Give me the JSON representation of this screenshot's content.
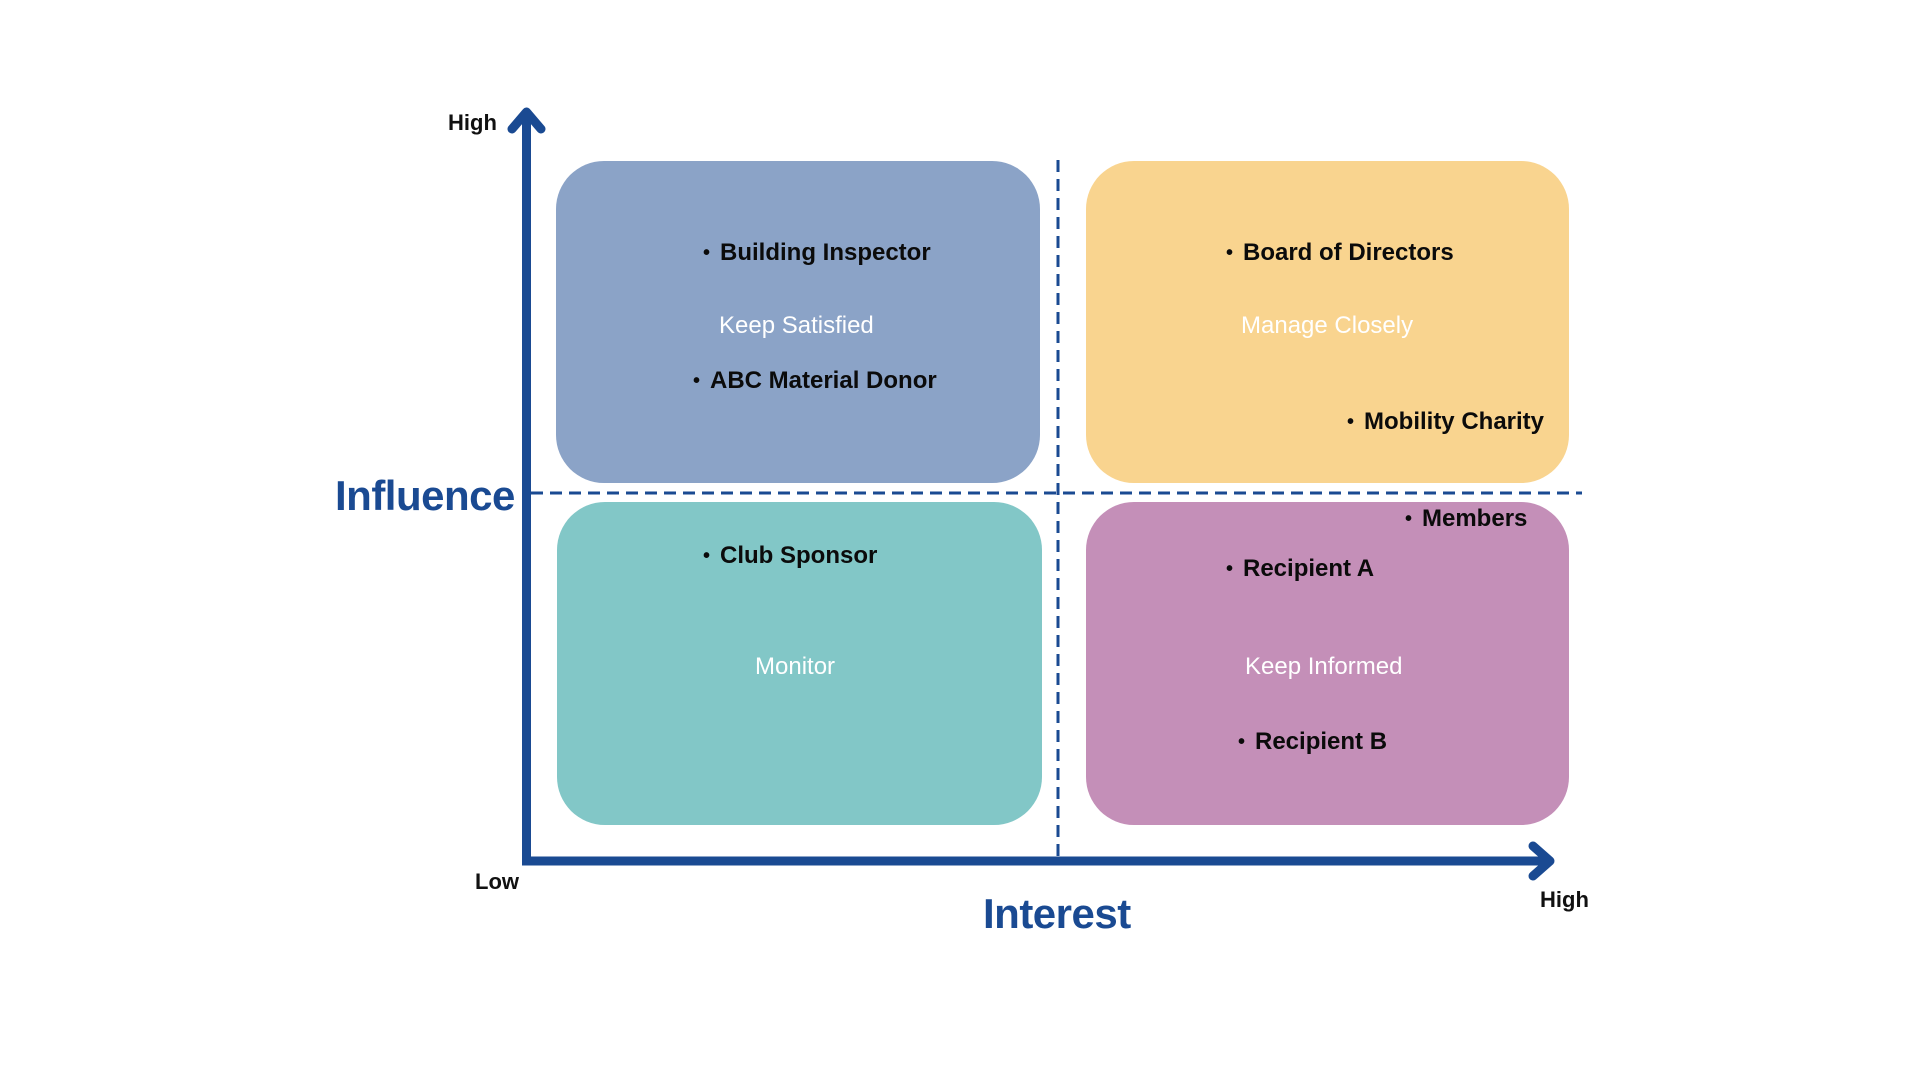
{
  "title": "Stakeholder Influence / Interest Matrix",
  "axes": {
    "y": {
      "title": "Influence",
      "high_label": "High"
    },
    "x": {
      "title": "Interest",
      "low_label": "Low",
      "high_label": "High"
    }
  },
  "colors": {
    "axis": "#1a4a92",
    "keep_satisfied": "#8ba3c7",
    "manage_closely": "#f9d48f",
    "monitor": "#82c7c7",
    "keep_informed": "#c48fb8",
    "quadrant_label": "#ffffff",
    "item_text": "#0b0b0b"
  },
  "quadrants": {
    "keep_satisfied": {
      "label": "Keep Satisfied",
      "position": "high influence, low interest",
      "items": [
        "Building Inspector",
        "ABC Material Donor"
      ]
    },
    "manage_closely": {
      "label": "Manage Closely",
      "position": "high influence, high interest",
      "items": [
        "Board of Directors",
        "Mobility Charity"
      ]
    },
    "monitor": {
      "label": "Monitor",
      "position": "low influence, low interest",
      "items": [
        "Club Sponsor"
      ]
    },
    "keep_informed": {
      "label": "Keep Informed",
      "position": "low influence, high interest",
      "items": [
        "Members",
        "Recipient A",
        "Recipient B"
      ]
    }
  },
  "bullet": "•"
}
